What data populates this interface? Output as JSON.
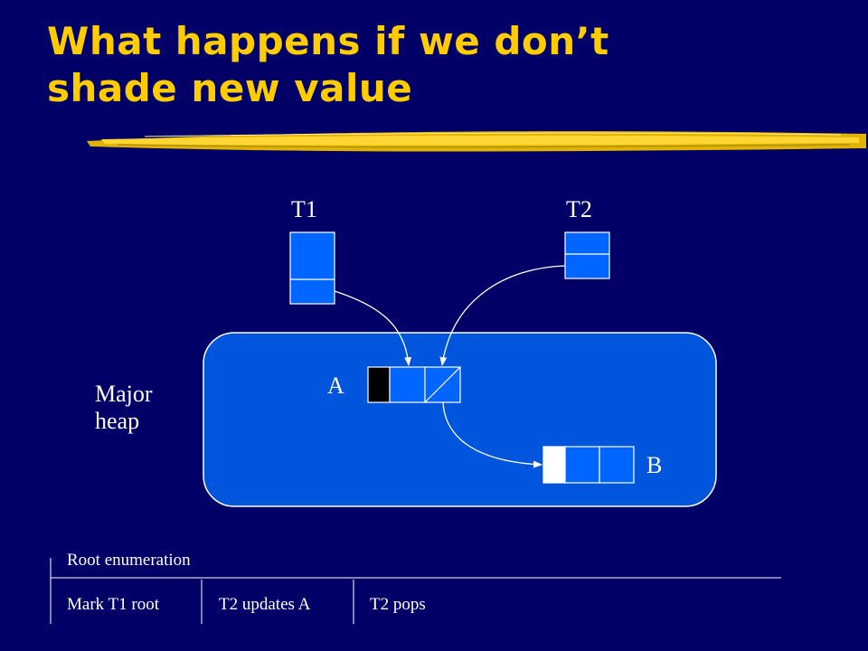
{
  "slide": {
    "title_line1": "What happens if we don’t",
    "title_line2": "shade new value"
  },
  "diagram": {
    "thread1_label": "T1",
    "thread2_label": "T2",
    "heap_label_line1": "Major",
    "heap_label_line2": "heap",
    "object_a_label": "A",
    "object_b_label": "B"
  },
  "timeline": {
    "top_label": "Root enumeration",
    "steps": [
      "Mark T1 root",
      "T2 updates A",
      "T2 pops"
    ]
  },
  "colors": {
    "background": "#000066",
    "title": "#ffcc00",
    "heap_fill": "#0055dd",
    "cell_fill": "#0066ff",
    "marked_black": "#000000",
    "unmarked_white": "#ffffff"
  }
}
